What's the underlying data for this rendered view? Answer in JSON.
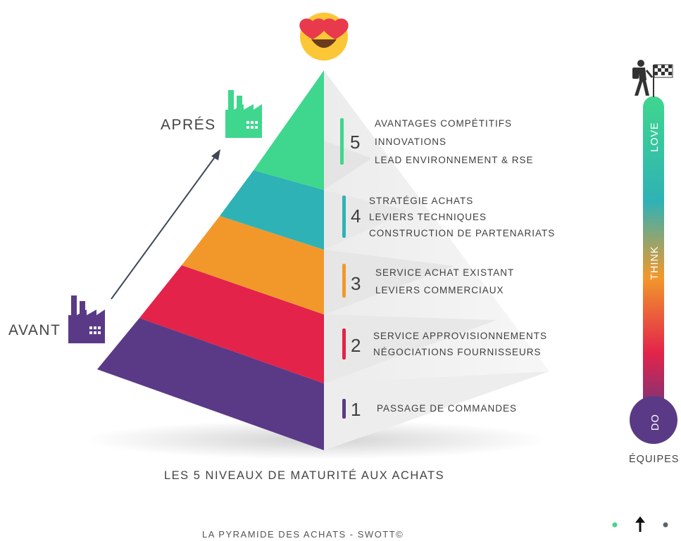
{
  "pyramid": {
    "levels": [
      {
        "number": "1",
        "color": "#5a3a86",
        "lines": [
          "PASSAGE DE COMMANDES"
        ]
      },
      {
        "number": "2",
        "color": "#e3234a",
        "lines": [
          "SERVICE APPROVISIONNEMENTS",
          "NÉGOCIATIONS FOURNISSEURS"
        ]
      },
      {
        "number": "3",
        "color": "#f2982b",
        "lines": [
          "SERVICE ACHAT EXISTANT",
          "LEVIERS COMMERCIAUX"
        ]
      },
      {
        "number": "4",
        "color": "#2fb2b5",
        "lines": [
          "STRATÉGIE ACHATS",
          "LEVIERS TECHNIQUES",
          "CONSTRUCTION DE PARTENARIATS"
        ]
      },
      {
        "number": "5",
        "color": "#3fd68e",
        "lines": [
          "AVANTAGES COMPÉTITIFS",
          "INNOVATIONS",
          "LEAD ENVIRONNEMENT & RSE"
        ]
      }
    ]
  },
  "labels": {
    "before": "AVANT",
    "after": "APRÉS",
    "caption": "LES 5 NIVEAUX DE MATURITÉ AUX ACHATS",
    "footer": "LA PYRAMIDE DES ACHATS - SWOTT©"
  },
  "thermometer": {
    "do_label": "DO",
    "think_label": "THINK",
    "love_label": "LOVE",
    "team_label": "ÉQUIPES"
  },
  "colors": {
    "purple": "#5a3a86",
    "red": "#e3234a",
    "orange": "#f2982b",
    "teal": "#2fb2b5",
    "green": "#3fd68e",
    "factory_before": "#5a3a86",
    "factory_after": "#3fd68e"
  },
  "icons": {
    "top": "heart-eyes-emoji-icon",
    "hiker": "hiker-with-flag-icon",
    "factory": "factory-icon",
    "arrow": "arrow-up-icon"
  }
}
